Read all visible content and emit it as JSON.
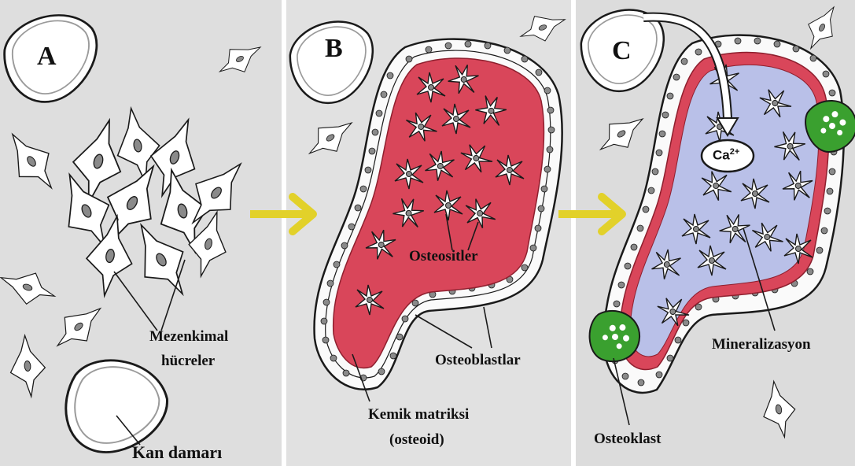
{
  "panels": {
    "a": {
      "letter": "A"
    },
    "b": {
      "letter": "B"
    },
    "c": {
      "letter": "C"
    }
  },
  "labels": {
    "mezenkimal_line1": "Mezenkimal",
    "mezenkimal_line2": "hücreler",
    "kan_damari": "Kan damarı",
    "osteositler": "Osteositler",
    "osteoblastlar": "Osteoblastlar",
    "kemik_line1": "Kemik matriksi",
    "kemik_line2": "(osteoid)",
    "calcium_base": "Ca",
    "calcium_charge": "2+",
    "mineralizasyon": "Mineralizasyon",
    "osteoklast": "Osteoklast"
  },
  "colors": {
    "panel_bg": "#dedede",
    "osteoid_red": "#d9465a",
    "mineral_blue": "#b9c0e8",
    "cell_fill": "#ffffff",
    "nucleus_gray": "#8a8a8a",
    "osteoclast_green": "#3aa02f",
    "arrow_yellow": "#e2d12a",
    "outline": "#1a1a1a"
  },
  "icons": {
    "transition_arrow": "yellow-arrow-right-icon",
    "calcium_arrow": "white-curved-arrow-icon"
  }
}
